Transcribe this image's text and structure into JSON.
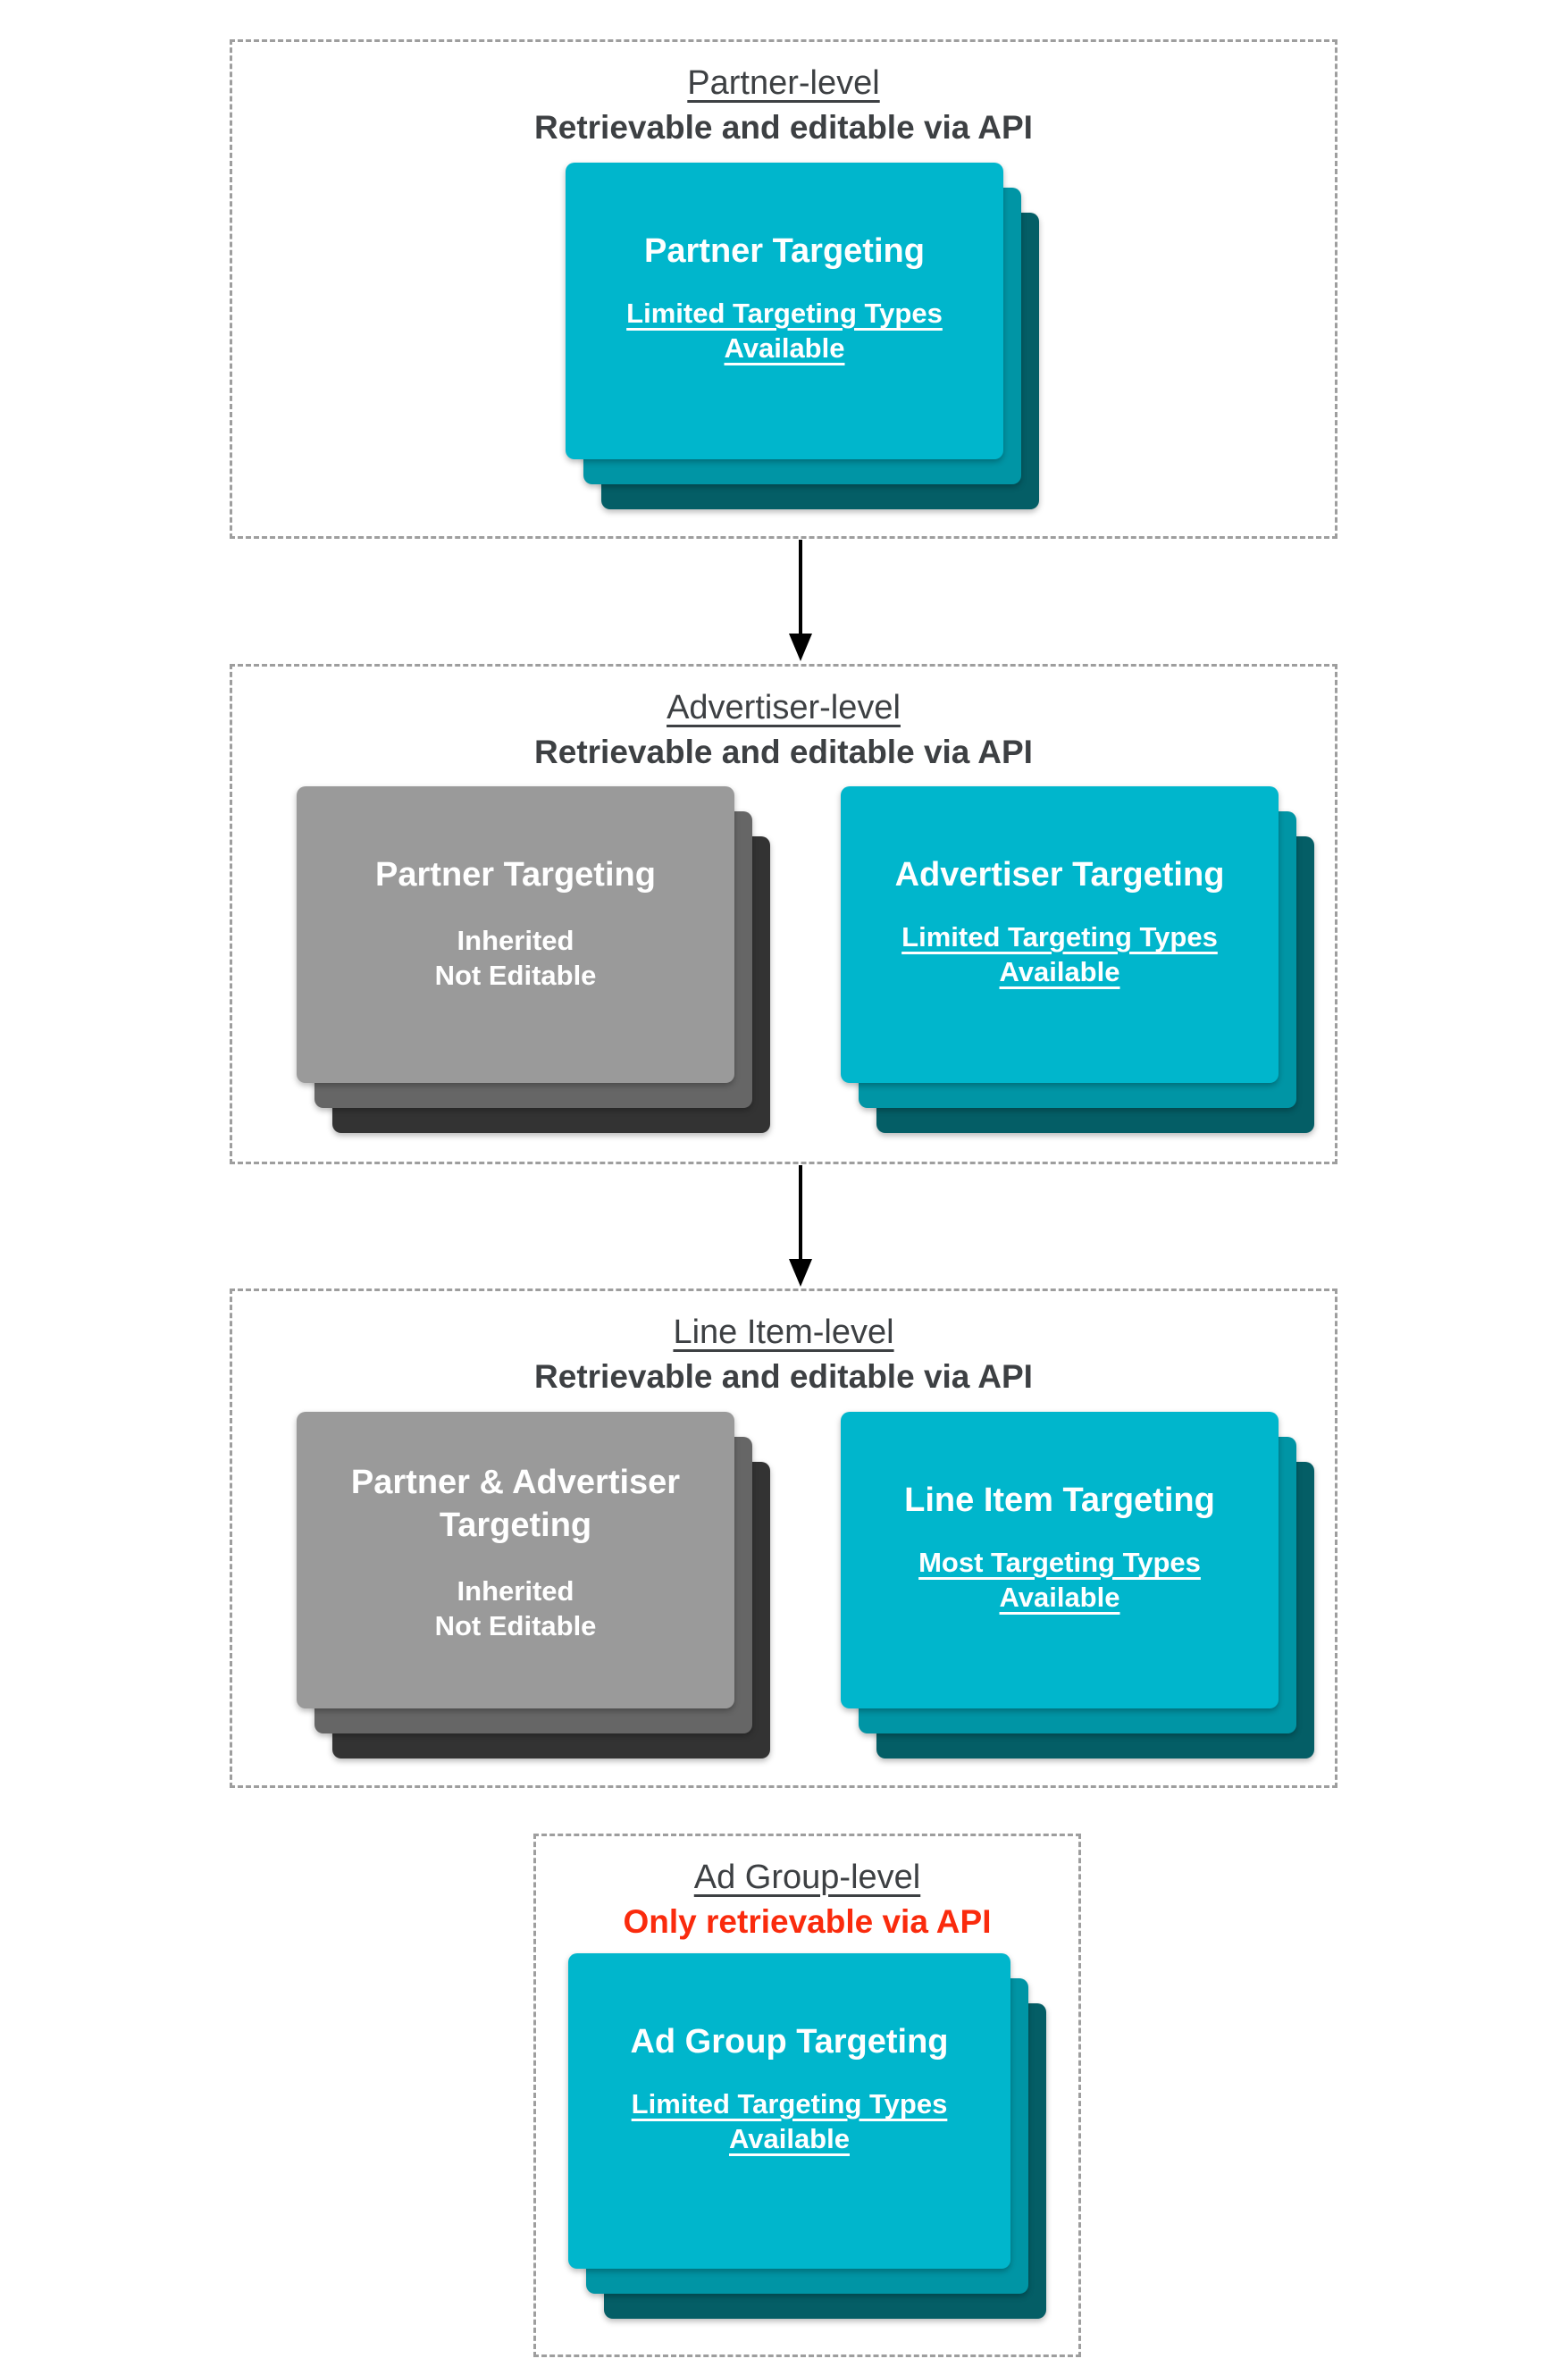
{
  "colors": {
    "cyan_card": "#00B6CC",
    "cyan_layer_mid": "#0095A5",
    "cyan_layer_back": "#045E66",
    "gray_card": "#9A9A9A",
    "gray_layer_mid": "#666666",
    "gray_layer_back": "#333333",
    "heading_text": "#3D4043",
    "alert_red": "#FA2B0D",
    "card_text": "#FFFFFF",
    "dashed_border": "#9E9E9E",
    "arrow": "#000000"
  },
  "sections": [
    {
      "title": "Partner-level",
      "subtitle": "Retrievable and editable via API",
      "cards": [
        {
          "title": "Partner Targeting",
          "subtitle": "Limited Targeting Types\nAvailable"
        }
      ]
    },
    {
      "title": "Advertiser-level",
      "subtitle": "Retrievable and editable via API",
      "cards": [
        {
          "title": "Partner Targeting",
          "subtitle": "Inherited\nNot Editable"
        },
        {
          "title": "Advertiser Targeting",
          "subtitle": "Limited Targeting Types\nAvailable"
        }
      ]
    },
    {
      "title": "Line Item-level",
      "subtitle": "Retrievable and editable via API",
      "cards": [
        {
          "title": "Partner & Advertiser\nTargeting",
          "subtitle": "Inherited\nNot Editable"
        },
        {
          "title": "Line Item Targeting",
          "subtitle": "Most Targeting Types\nAvailable"
        }
      ]
    },
    {
      "title": "Ad Group-level",
      "subtitle": "Only retrievable via API",
      "cards": [
        {
          "title": "Ad Group Targeting",
          "subtitle": "Limited Targeting Types\nAvailable"
        }
      ]
    }
  ]
}
